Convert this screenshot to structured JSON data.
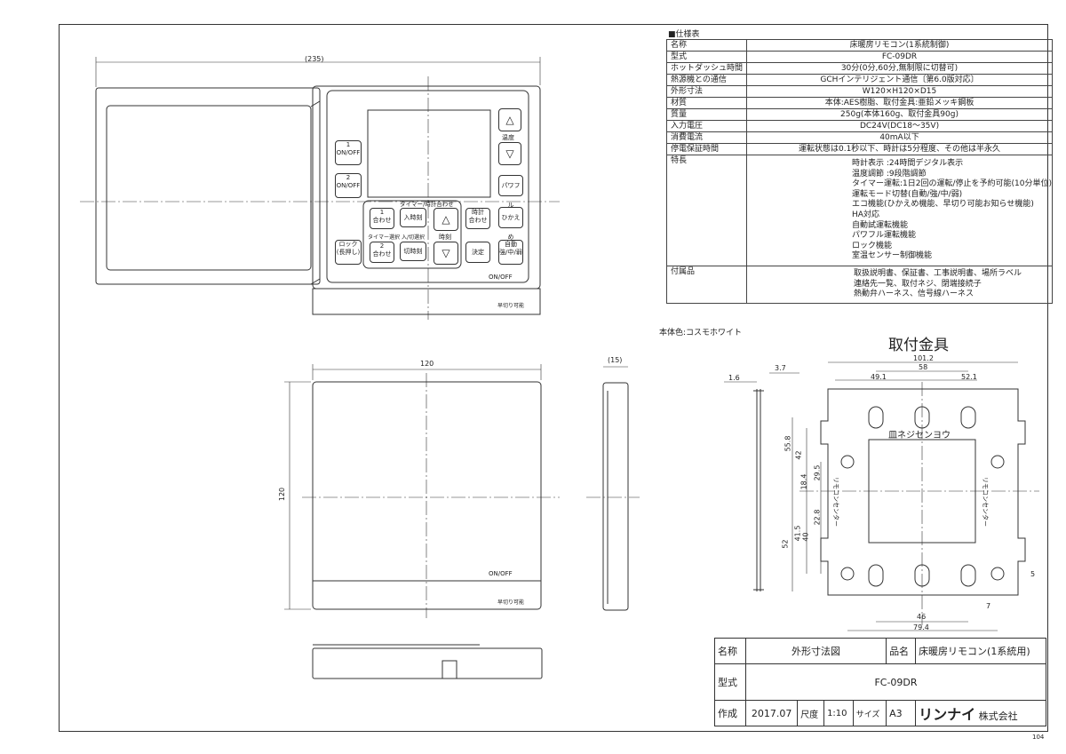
{
  "spec_table": {
    "heading": "■仕様表",
    "rows": [
      {
        "key": "名称",
        "value": "床暖房リモコン(1系統制御)"
      },
      {
        "key": "型式",
        "value": "FC-09DR"
      },
      {
        "key": "ホットダッシュ時間",
        "value": "30分(0分,60分,無制限に切替可)"
      },
      {
        "key": "熱源機との通信",
        "value": "GCHインテリジェント通信〔第6.0版対応〕"
      },
      {
        "key": "外形寸法",
        "value": "W120×H120×D15"
      },
      {
        "key": "材質",
        "value": "本体:AES樹脂、取付金具:亜鉛メッキ鋼板"
      },
      {
        "key": "質量",
        "value": "250g(本体160g、取付金具90g)"
      },
      {
        "key": "入力電圧",
        "value": "DC24V(DC18〜35V)"
      },
      {
        "key": "消費電流",
        "value": "40mA以下"
      },
      {
        "key": "停電保証時間",
        "value": "運転状態は0.1秒以下、時計は5分程度、その他は半永久"
      }
    ],
    "features_key": "特長",
    "features": [
      "時計表示 :24時間デジタル表示",
      "温度調節 :9段階調節",
      "タイマー運転:1日2回の運転/停止を予約可能(10分単位)",
      "運転モード切替(自動/強/中/弱)",
      "エコ機能(ひかえめ機能、早切り可能お知らせ機能)",
      "HA対応",
      "自動試運転機能",
      "パワフル運転機能",
      "ロック機能",
      "室温センサー制御機能"
    ],
    "accessories_key": "付属品",
    "accessories": [
      "取扱説明書、保証書、工事説明書、場所ラベル",
      "連絡先一覧、取付ネジ、閉端接続子",
      "熱動弁ハーネス、信号線ハーネス"
    ]
  },
  "body_color": "本体色:コスモホワイト",
  "bracket_title": "取付金具",
  "bracket_dims": {
    "d101_2": "101.2",
    "d58": "58",
    "d49_1": "49.1",
    "d52_1": "52.1",
    "d1_6": "1.6",
    "d3_7": "3.7",
    "d55_8": "55.8",
    "d42": "42",
    "d29_5": "29.5",
    "d18_4": "18.4",
    "d22_8": "22.8",
    "d41_5": "41.5",
    "d40": "40",
    "d52": "52",
    "d46": "46",
    "d79_4": "79.4",
    "d7": "7",
    "d5": "5",
    "screw": "皿ネジセンヨウ",
    "center_left": "リモコンセンター",
    "center_right": "リモコンセンター"
  },
  "front_dims": {
    "width_open": "(235)",
    "width": "120",
    "height": "120",
    "depth": "(15)"
  },
  "remote": {
    "btn_on1": "1\nON/OFF",
    "btn_on2": "2\nON/OFF",
    "lock": "ロック\n(長押し)",
    "temp": "温度",
    "powerful": "パワフル",
    "hikaeme": "ひかえめ",
    "auto": "自動\n強/中/弱",
    "timer_title": "タイマー/時計合わせ",
    "t1": "1\n合わせ",
    "t2": "2\n合わせ",
    "in_time": "入時刻",
    "out_time": "切時刻",
    "timer_select": "タイマー選択",
    "in_out_select": "入/切選択",
    "clock": "時刻",
    "clock_set": "時計\n合わせ",
    "decide": "決定",
    "onoff": "ON/OFF",
    "early_off": "早切り可能"
  },
  "title_block": {
    "name_label": "名称",
    "name_value": "外形寸法図",
    "product_label": "品名",
    "product_value": "床暖房リモコン(1系統用)",
    "model_label": "型式",
    "model_value": "FC-09DR",
    "made_label": "作成",
    "made_value": "2017.07",
    "scale_label": "尺度",
    "scale_value": "1:10",
    "size_label": "サイズ",
    "size_value": "A3",
    "company": "リンナイ",
    "company_suffix": "株式会社"
  },
  "page_number": "104"
}
